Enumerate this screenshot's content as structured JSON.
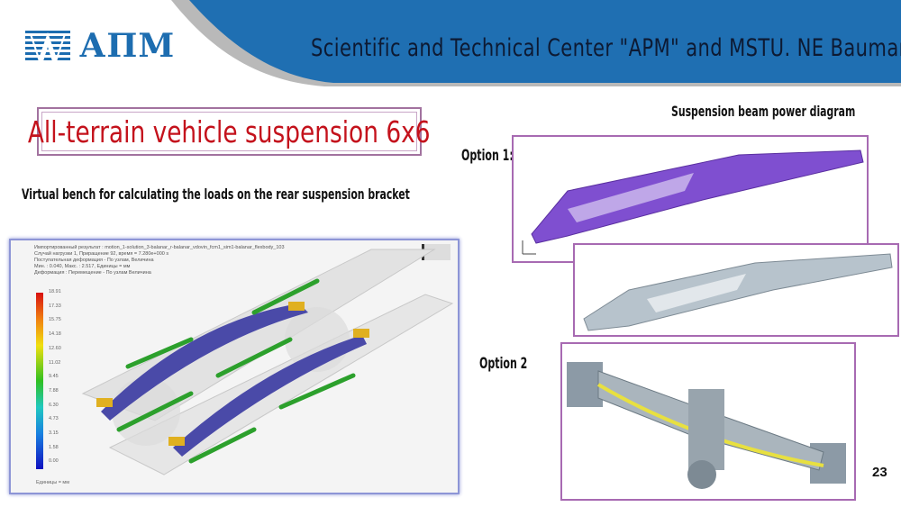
{
  "header": {
    "logo_text": "АПМ",
    "title": "Scientific and Technical Center \"APM\" and MSTU. NE Bauman"
  },
  "slide": {
    "title": "All-terrain vehicle suspension 6x6",
    "subtitle": "Virtual bench for calculating the loads on the rear suspension bracket",
    "diagram_title": "Suspension beam power diagram",
    "option1": "Option 1:",
    "option2": "Option 2",
    "page_number": "23"
  },
  "simulation": {
    "info_lines": [
      "Импортированный результат : motion_1-solution_3-balanar_r-balanar_vdovin_fcm1_sim1-balanar_flexbody_103",
      "Случай нагрузки 1, Приращение 92, время = 7.280e+000 s",
      "Поступательная деформация - По узлам, Величина",
      "Мин. : 0.040, Макс. : 2.517, Единицы = мм",
      "Деформация : Перемещение - По узлам Величина"
    ],
    "legend_values": [
      "18.91",
      "17.33",
      "15.75",
      "14.18",
      "12.60",
      "11.02",
      "9.45",
      "7.88",
      "6.30",
      "4.73",
      "3.15",
      "1.58",
      "0.00"
    ],
    "units": "Единицы = мм"
  },
  "colors": {
    "brand_blue": "#1d6db0",
    "title_red": "#c4121c",
    "frame_purple": "#a76ab2"
  }
}
